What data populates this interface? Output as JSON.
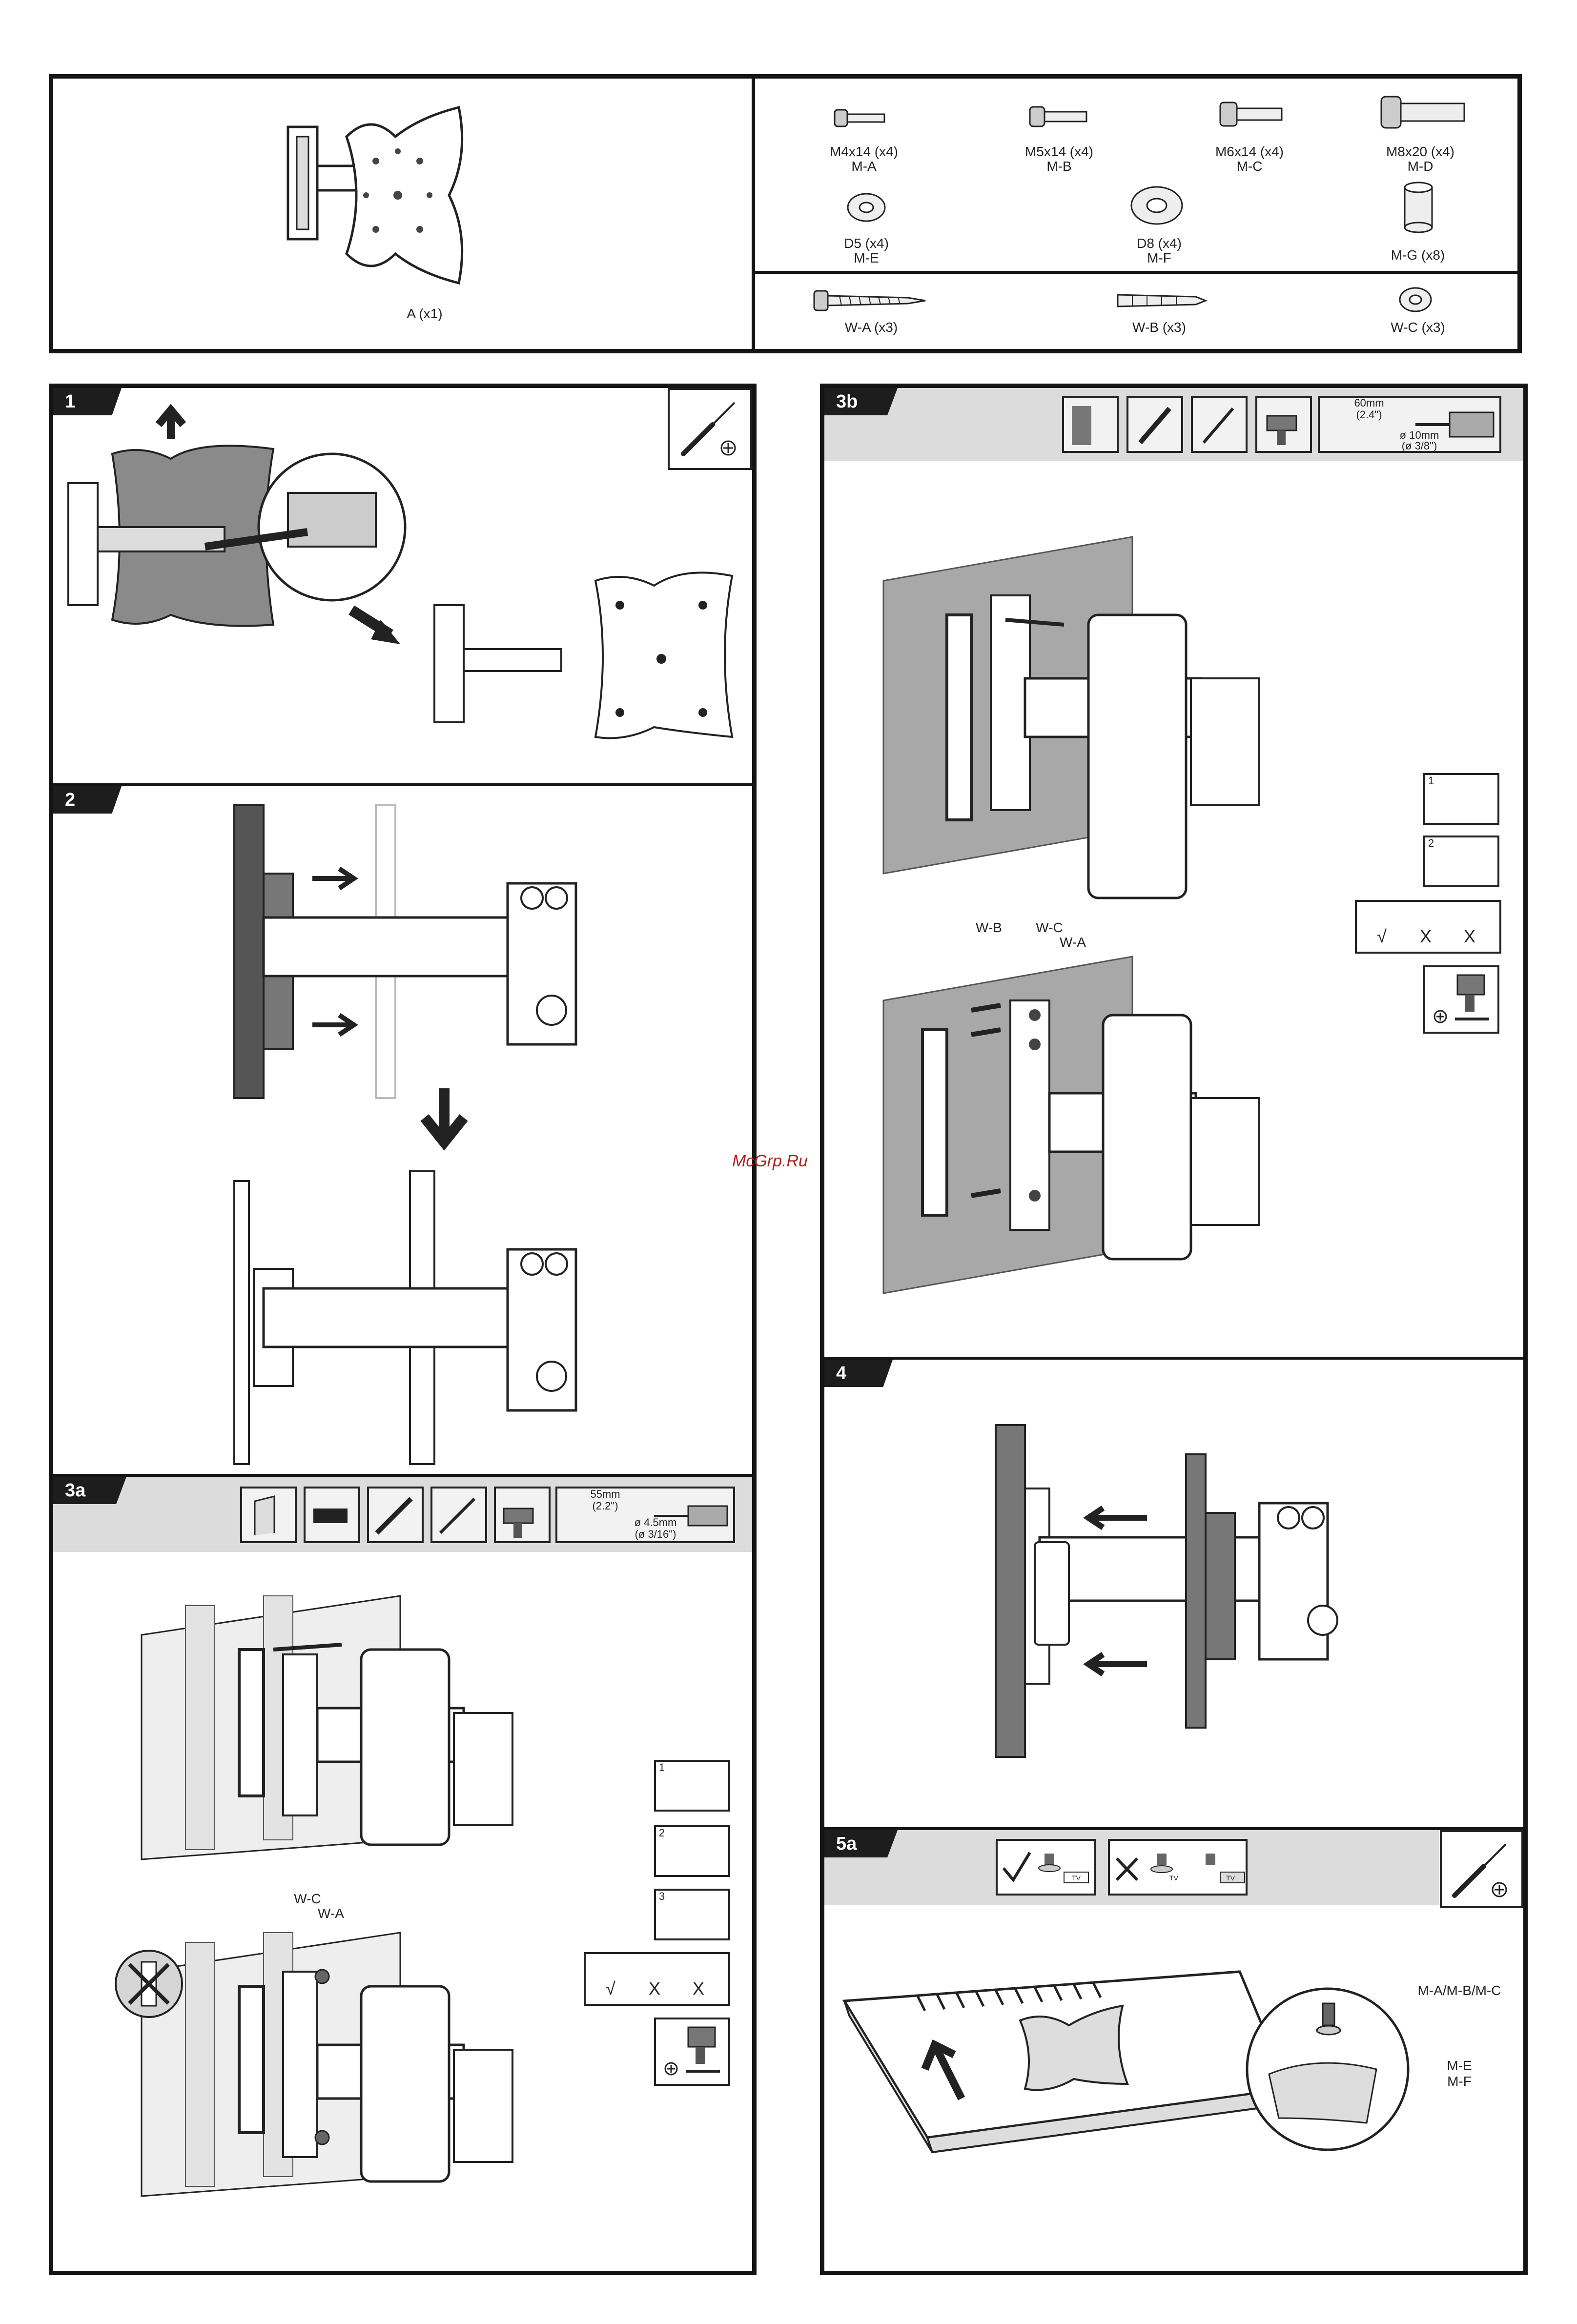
{
  "parts": {
    "bracket_label": "A (x1)",
    "screws": [
      {
        "size": "M4x14 (x4)",
        "code": "M-A"
      },
      {
        "size": "M5x14 (x4)",
        "code": "M-B"
      },
      {
        "size": "M6x14 (x4)",
        "code": "M-C"
      },
      {
        "size": "M8x20 (x4)",
        "code": "M-D"
      }
    ],
    "washers": [
      {
        "size": "D5 (x4)",
        "code": "M-E"
      },
      {
        "size": "D8 (x4)",
        "code": "M-F"
      },
      {
        "size": "M-G (x8)",
        "code": ""
      }
    ],
    "wall_hardware": [
      "W-A (x3)",
      "W-B (x3)",
      "W-C (x3)"
    ]
  },
  "steps": {
    "s1": "1",
    "s2": "2",
    "s3a": "3a",
    "s3b": "3b",
    "s4": "4",
    "s5a": "5a"
  },
  "step3a": {
    "drill_depth_mm": "55mm",
    "drill_depth_in": "(2.2\")",
    "drill_dia_mm": "ø 4.5mm",
    "drill_dia_in": "(ø 3/16\")",
    "label_wc": "W-C",
    "label_wa": "W-A",
    "sub1": "1",
    "sub2": "2",
    "sub3": "3",
    "check": "√",
    "cross1": "X",
    "cross2": "X"
  },
  "step3b": {
    "drill_depth_mm": "60mm",
    "drill_depth_in": "(2.4\")",
    "drill_dia_mm": "ø 10mm",
    "drill_dia_in": "(ø 3/8\")",
    "label_wb": "W-B",
    "label_wc": "W-C",
    "label_wa": "W-A",
    "sub1": "1",
    "sub2": "2",
    "check": "√",
    "cross1": "X",
    "cross2": "X"
  },
  "step5a": {
    "screw_label": "M-A/M-B/M-C",
    "washer_e": "M-E",
    "washer_f": "M-F",
    "tv1": "TV",
    "tv2": "TV",
    "tv3": "TV"
  },
  "watermark": "McGrp.Ru"
}
